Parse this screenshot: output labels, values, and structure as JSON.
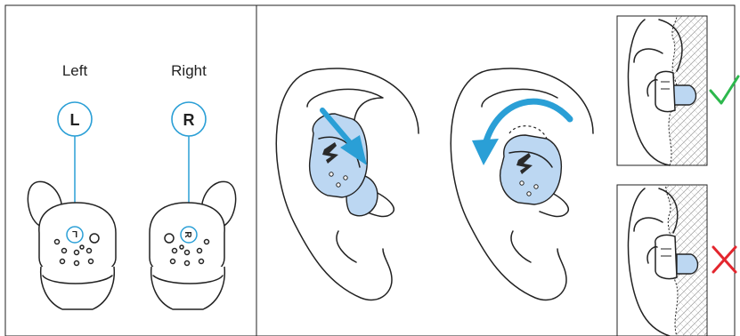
{
  "labels": {
    "left": "Left",
    "right": "Right",
    "left_badge": "L",
    "right_badge": "R",
    "left_mark": "L",
    "right_mark": "R"
  },
  "colors": {
    "accent": "#2a9fd6",
    "earbud_fill": "#bcd7f2",
    "correct": "#2db84d",
    "incorrect": "#e3262e",
    "frame": "#333333"
  },
  "icons": {
    "correct": "check-icon",
    "incorrect": "cross-icon"
  }
}
